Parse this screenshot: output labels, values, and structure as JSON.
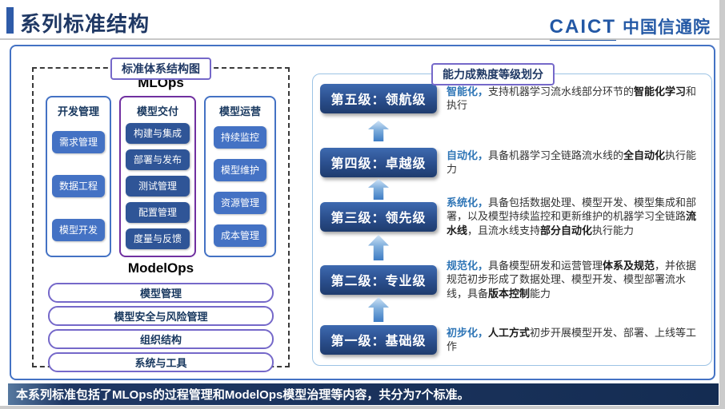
{
  "header": {
    "title": "系列标准结构",
    "logo_caict": "CAICT",
    "logo_cn": "中国信通院"
  },
  "colors": {
    "accent_blue": "#4472C4",
    "dark_blue": "#2F5597",
    "navy_title": "#1F3864",
    "purple_border": "#7030A0",
    "keyword_blue": "#2E75B6"
  },
  "architecture": {
    "badge": "标准体系结构图",
    "mlops_title": "MLOps",
    "columns": [
      {
        "header": "开发管理",
        "items": [
          "需求管理",
          "数据工程",
          "模型开发"
        ]
      },
      {
        "header": "模型交付",
        "items": [
          "构建与集成",
          "部署与发布",
          "测试管理",
          "配置管理",
          "度量与反馈"
        ]
      },
      {
        "header": "模型运营",
        "items": [
          "持续监控",
          "模型维护",
          "资源管理",
          "成本管理"
        ]
      }
    ],
    "modelops_title": "ModelOps",
    "modelops_bars": [
      "模型管理",
      "模型安全与风险管理",
      "组织结构",
      "系统与工具"
    ]
  },
  "maturity": {
    "badge": "能力成熟度等级划分",
    "levels": [
      {
        "label": "第五级：领航级",
        "segments": [
          "智能化，",
          "支持机器学习流水线部分环节的",
          "智能化学习",
          "和执行"
        ]
      },
      {
        "label": "第四级：卓越级",
        "segments": [
          "自动化，",
          "具备机器学习全链路流水线的",
          "全自动化",
          "执行能力"
        ]
      },
      {
        "label": "第三级：领先级",
        "segments": [
          "系统化，",
          "具备包括数据处理、模型开发、模型集成和部署，以及模型持续监控和更新维护的机器学习全链路",
          "流水线",
          "，且流水线支持",
          "部分自动化",
          "执行能力"
        ]
      },
      {
        "label": "第二级：专业级",
        "segments": [
          "规范化，",
          "具备模型研发和运营管理",
          "体系及规范",
          "，并依据规范初步形成了数据处理、模型开发、模型部署流水线，具备",
          "版本控制",
          "能力"
        ]
      },
      {
        "label": "第一级：基础级",
        "segments": [
          "初步化，",
          "人工方式",
          "初步开展模型开发、部署、上线等工作"
        ]
      }
    ]
  },
  "footer": {
    "text": "本系列标准包括了MLOps的过程管理和ModelOps模型治理等内容，共分为7个标准。"
  }
}
